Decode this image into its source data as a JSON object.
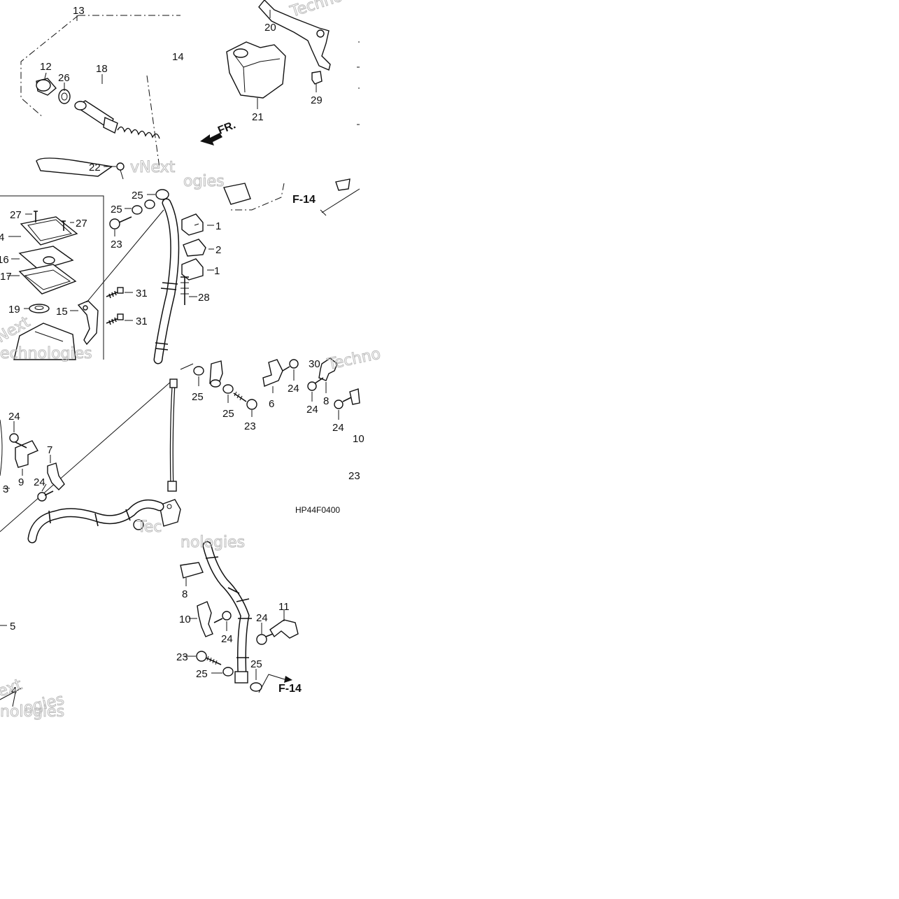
{
  "diagram": {
    "code": "HP44F0400",
    "frame_ref": "F-14",
    "direction": "FR.",
    "parts": {
      "p1": "1",
      "p2": "2",
      "p3": "3",
      "p4": "4",
      "p5": "5",
      "p6": "6",
      "p7": "7",
      "p8": "8",
      "p9": "9",
      "p10": "10",
      "p11": "11",
      "p12": "12",
      "p13": "13",
      "p14": "14",
      "p15": "15",
      "p16": "16",
      "p17": "17",
      "p18": "18",
      "p19": "19",
      "p20": "20",
      "p21": "21",
      "p22": "22",
      "p23": "23",
      "p24": "24",
      "p25": "25",
      "p26": "26",
      "p27": "27",
      "p28": "28",
      "p29": "29",
      "p30": "30",
      "p31": "31"
    },
    "watermark": {
      "part1": "vNext",
      "part2": "Technologies",
      "short1": "Next",
      "short2": "Techno",
      "short3": "Tec",
      "short4": "ogies",
      "short5": "ext",
      "short6": "echnologies",
      "short7": "nologies"
    }
  }
}
